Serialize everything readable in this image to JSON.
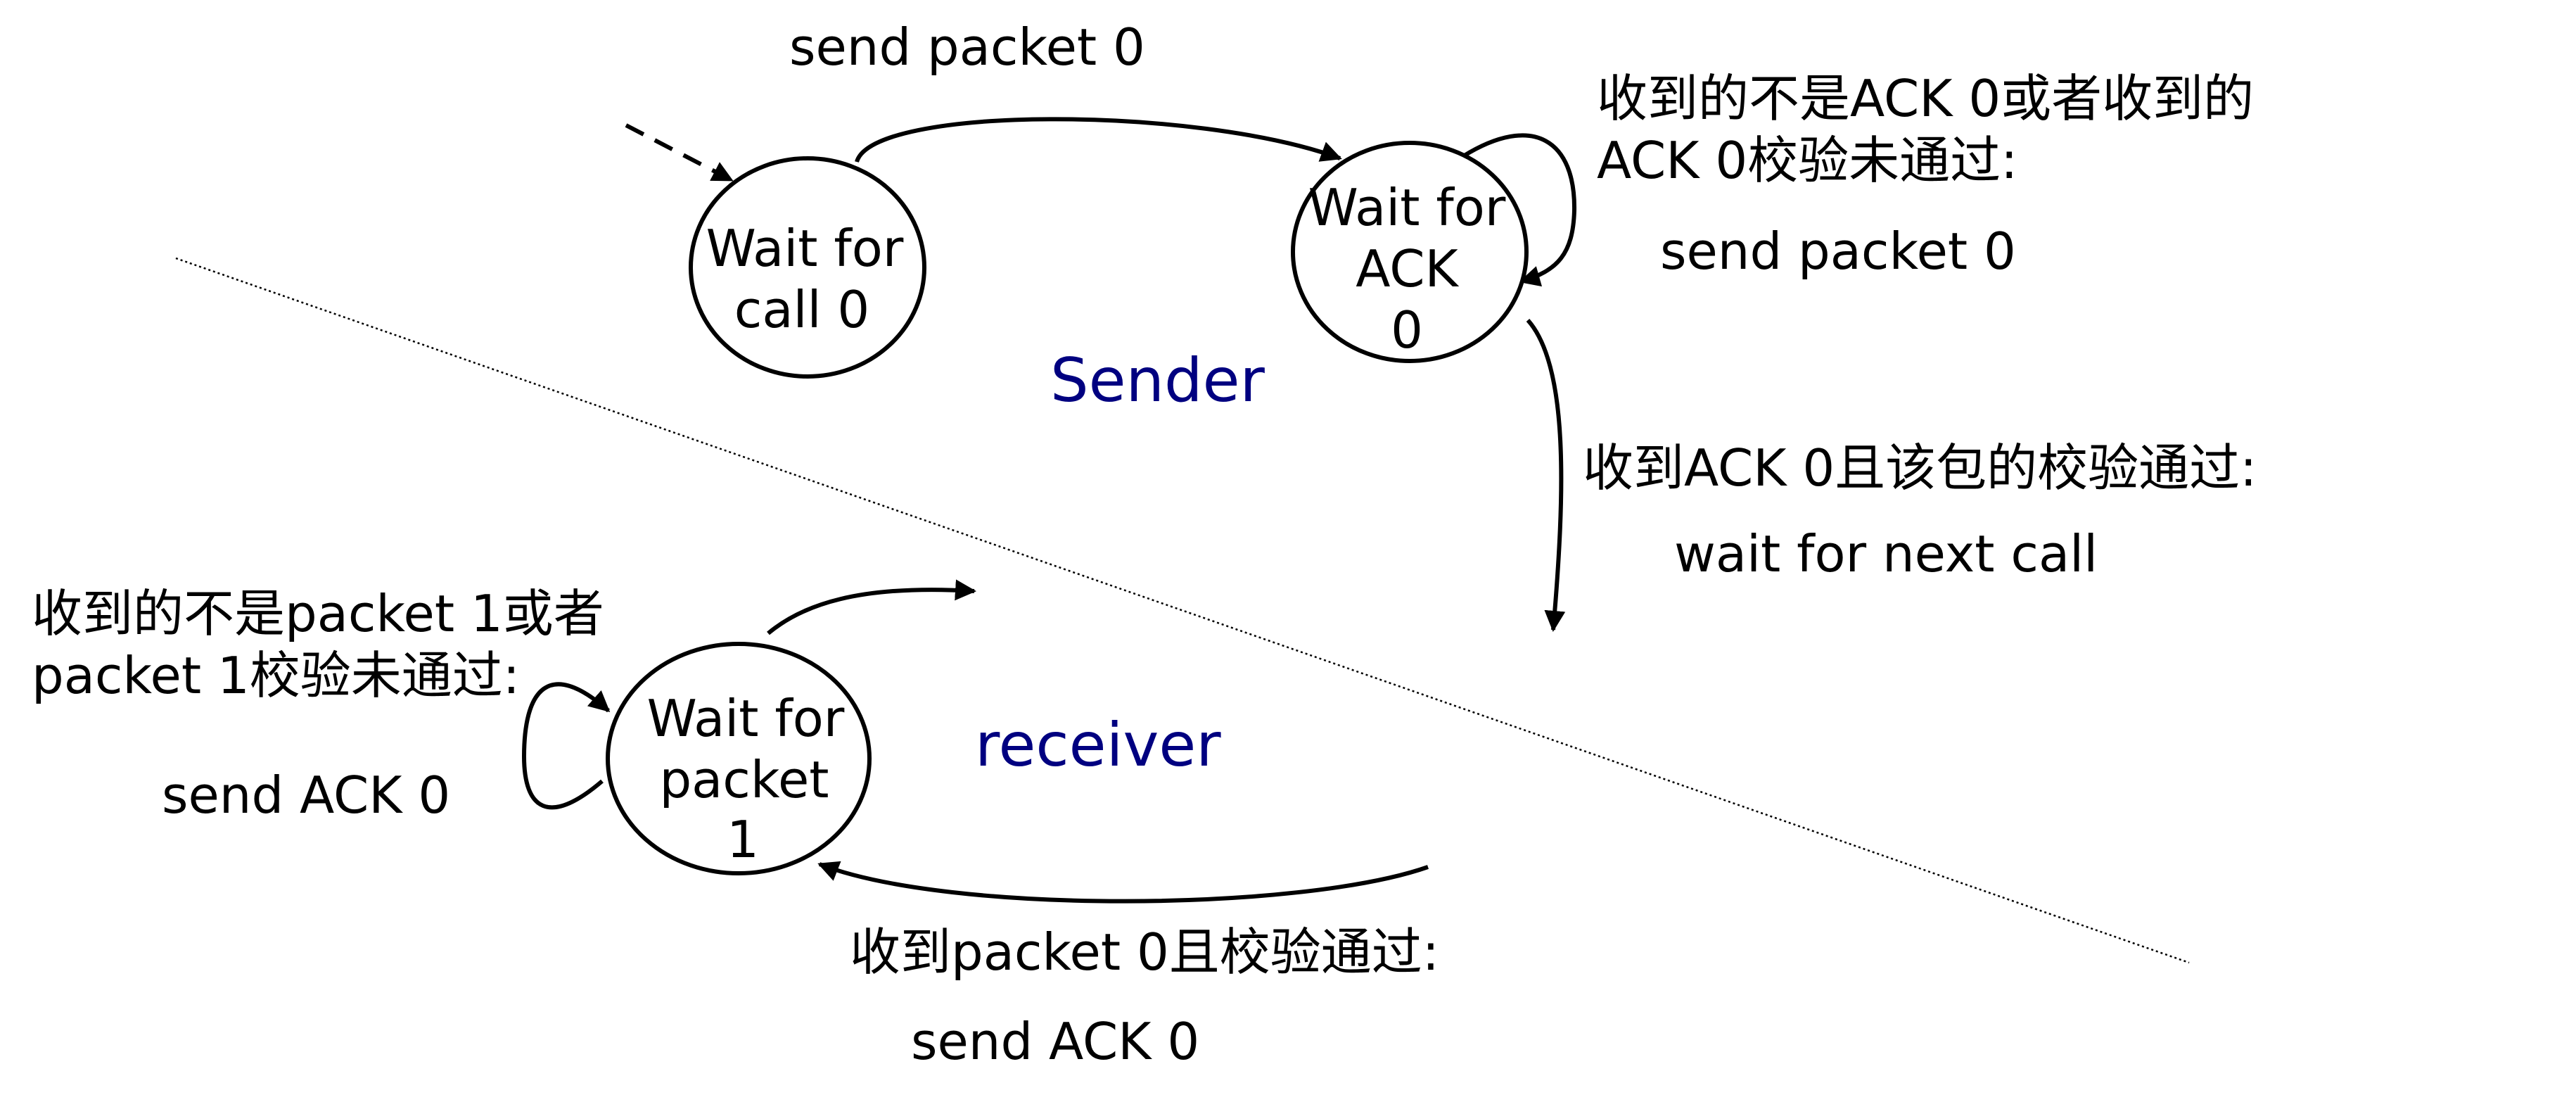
{
  "roles": {
    "sender": "Sender",
    "receiver": "receiver"
  },
  "colors": {
    "role_text": "#000080",
    "stroke": "#000000",
    "background": "#ffffff"
  },
  "states": {
    "wait_call_0": [
      "Wait for",
      "call 0"
    ],
    "wait_ack_0": [
      "Wait for",
      "ACK",
      "0"
    ],
    "wait_packet_1": [
      "Wait for",
      "packet",
      "1"
    ]
  },
  "transitions": {
    "call0_to_ack0": {
      "action": "send packet 0"
    },
    "ack0_self_loop": {
      "condition": [
        "收到的不是ACK 0或者收到的",
        "ACK 0校验未通过:"
      ],
      "action": "send packet 0"
    },
    "ack0_exit": {
      "condition": "收到ACK 0且该包的校验通过:",
      "action": "wait for next call"
    },
    "packet1_self_loop": {
      "condition": [
        "收到的不是packet 1或者",
        "packet 1校验未通过:"
      ],
      "action": "send ACK 0"
    },
    "packet1_entry": {
      "condition": "收到packet 0且校验通过:",
      "action": "send ACK 0"
    }
  }
}
